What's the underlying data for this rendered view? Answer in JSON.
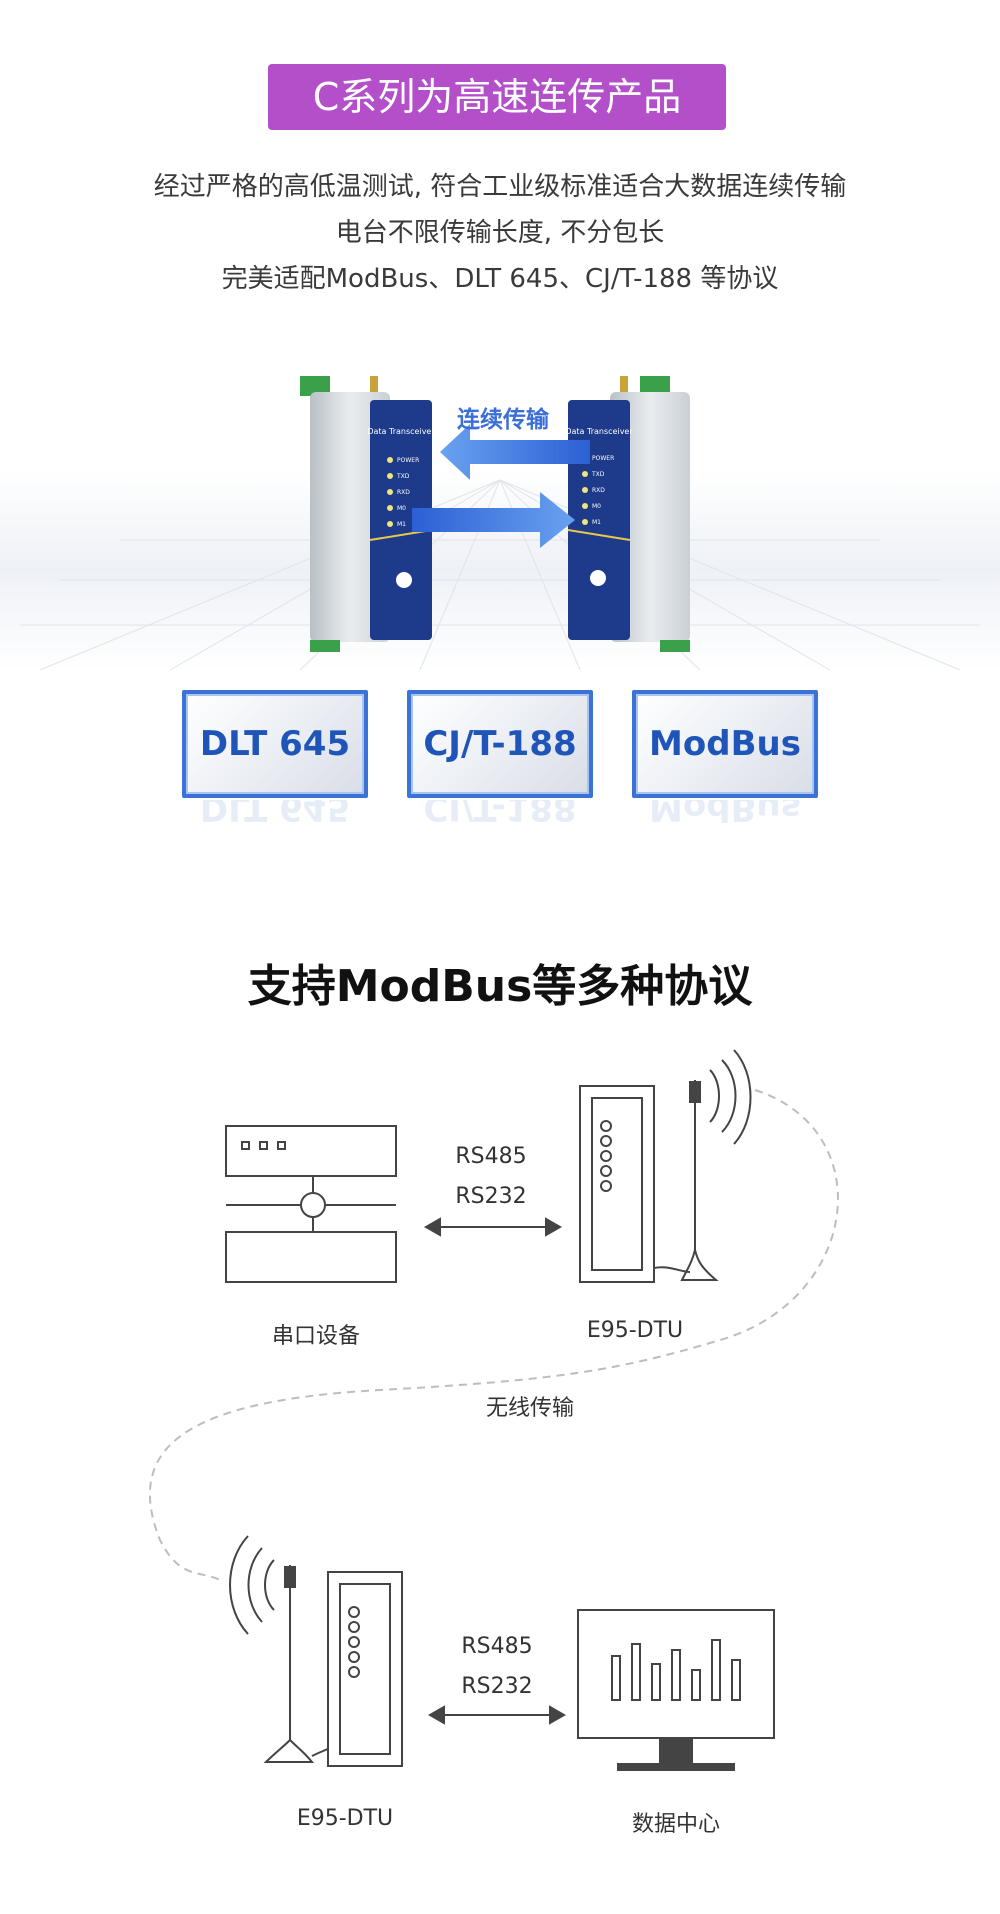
{
  "badge": "C系列为高速连传产品",
  "intro": [
    "经过严格的高低温测试, 符合工业级标准适合大数据连续传输",
    "电台不限传输长度, 不分包长",
    "完美适配ModBus、DLT 645、CJ/T-188 等协议"
  ],
  "hero": {
    "arrow_label": "连续传输",
    "device_label": "Data Transceiver",
    "leds": [
      "POWER",
      "TXD",
      "RXD",
      "M0",
      "M1"
    ]
  },
  "protocols": [
    "DLT 645",
    "CJ/T-188",
    "ModBus"
  ],
  "section_heading": "支持ModBus等多种协议",
  "diagram": {
    "top_link": [
      "RS485",
      "RS232"
    ],
    "bottom_link": [
      "RS485",
      "RS232"
    ],
    "serial_device": "串口设备",
    "dtu_top": "E95-DTU",
    "wireless": "无线传输",
    "dtu_bottom": "E95-DTU",
    "data_center": "数据中心"
  },
  "colors": {
    "badge": "#b34fc9",
    "arrow_blue": "#3b6fd8",
    "device_panel": "#1e3a8a",
    "protocol_text": "#1f55b8"
  }
}
